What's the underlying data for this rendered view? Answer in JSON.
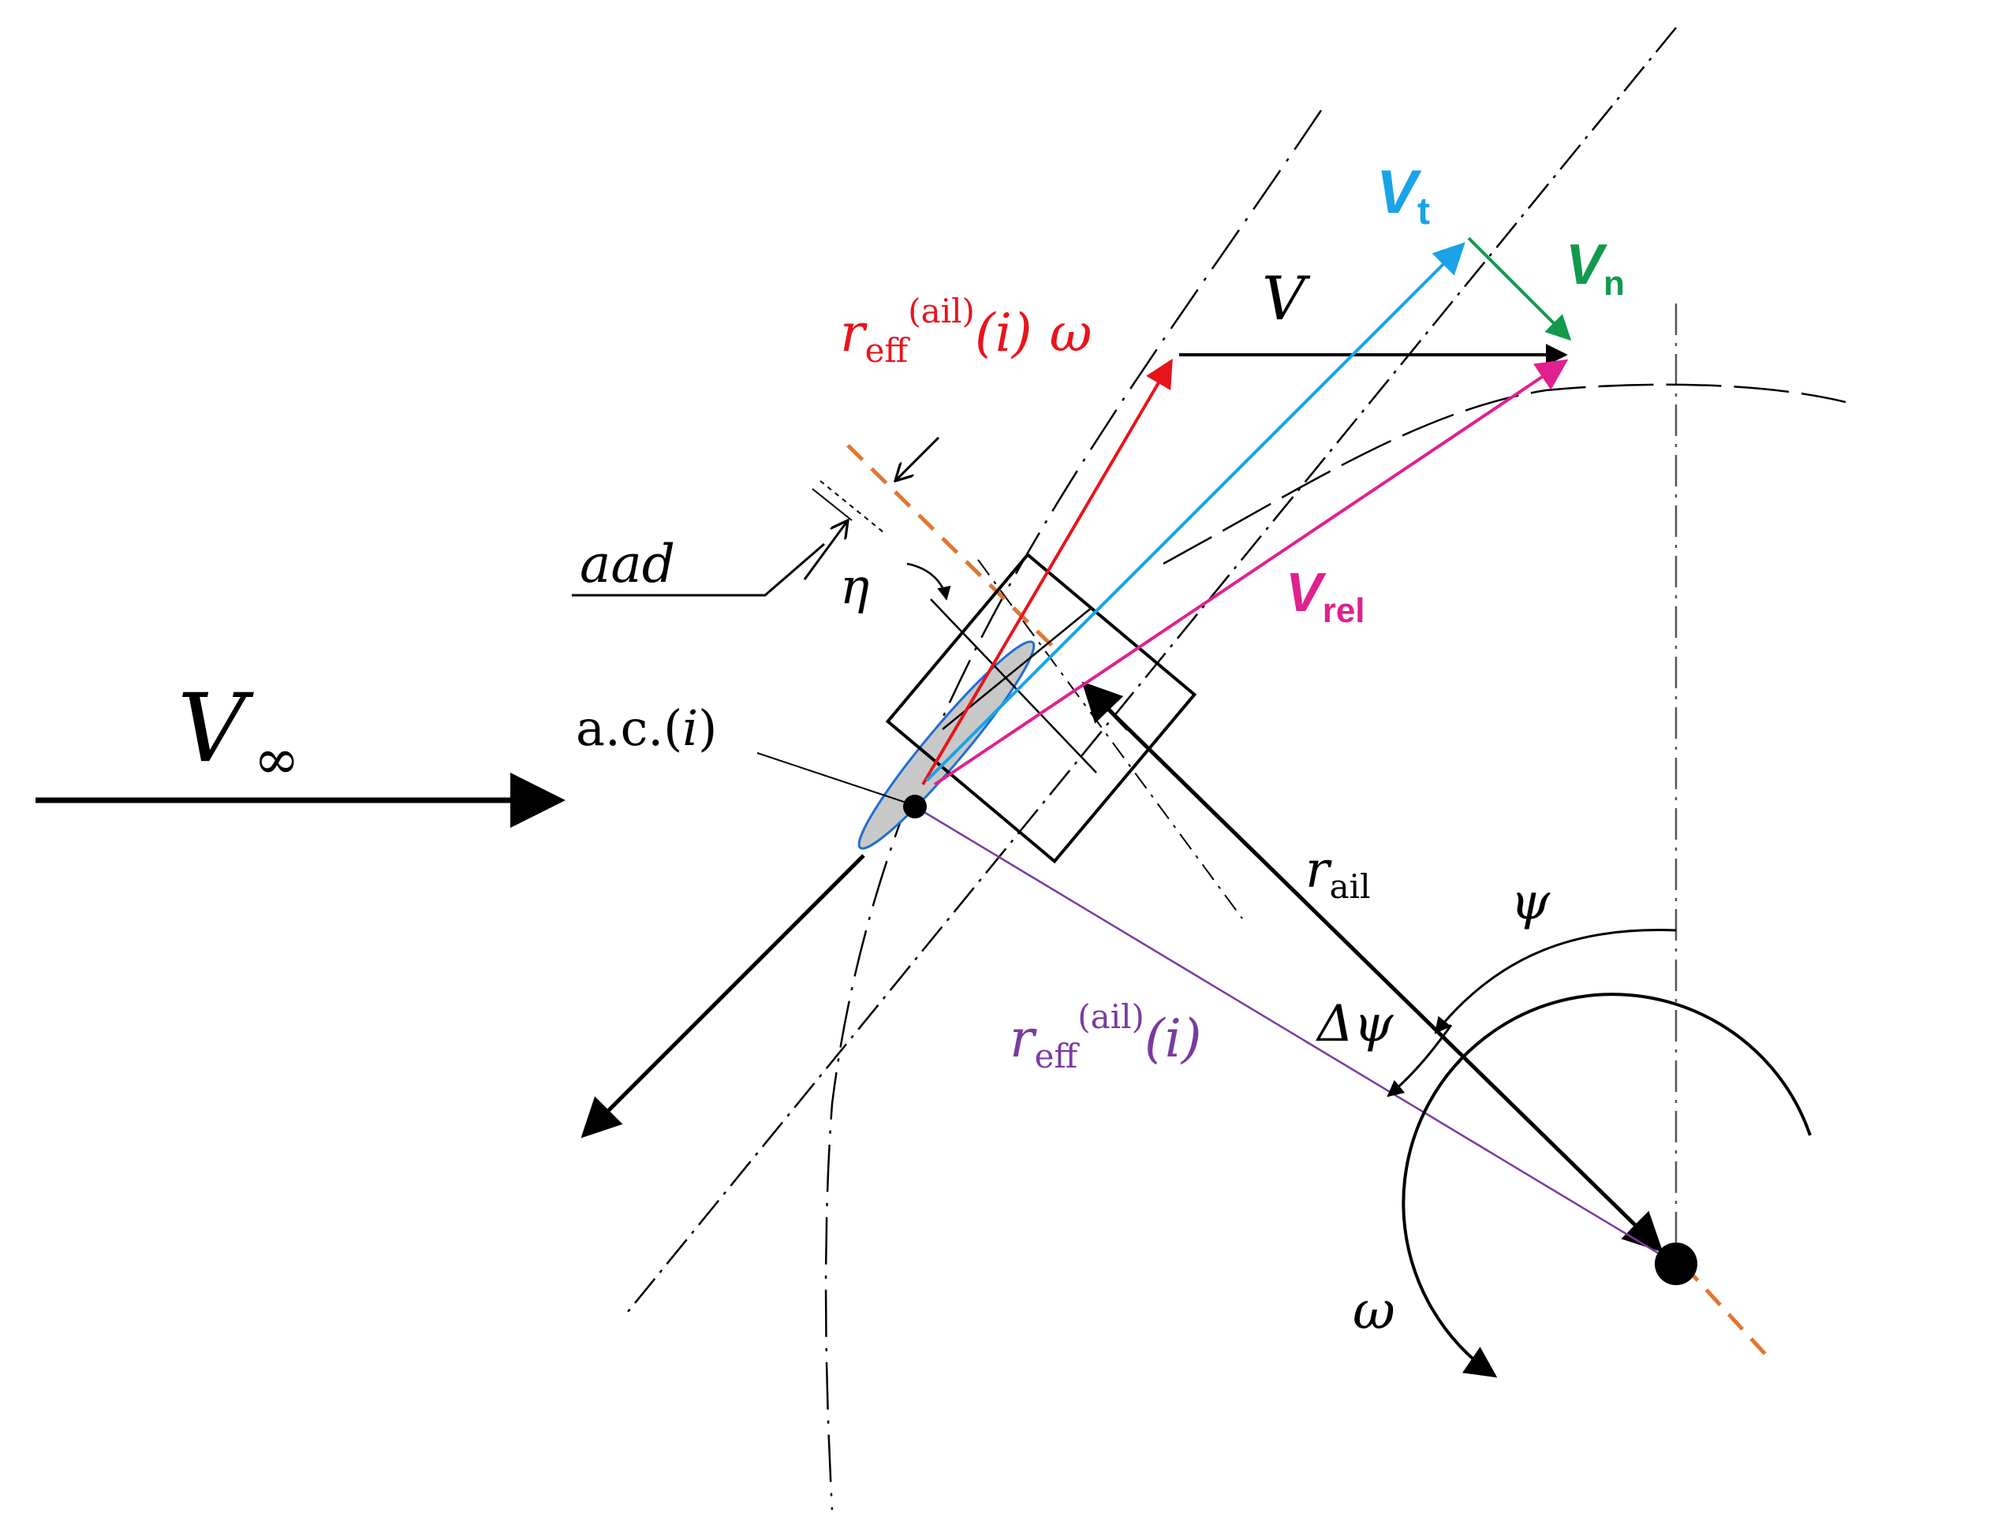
{
  "colors": {
    "black": "#000000",
    "red": "#e8141b",
    "cyan": "#1aa3e8",
    "green": "#129a4c",
    "magenta": "#e0208f",
    "purple": "#7a3ba0",
    "orange": "#e0762f",
    "blade_fill": "#c8c8c8",
    "blade_edge": "#1f6fd0",
    "gray_dash": "#555555"
  },
  "labels": {
    "v_inf": {
      "main": "V",
      "sub": "∞"
    },
    "v_t": {
      "main": "V",
      "sub": "t"
    },
    "v_n": {
      "main": "V",
      "sub": "n"
    },
    "v": {
      "main": "V"
    },
    "v_rel": {
      "main": "V",
      "sub": "rel"
    },
    "reff_omega": {
      "r": "r",
      "sub": "eff",
      "sup": "(ail)",
      "idx": "(i)",
      "omega": "ω"
    },
    "reff": {
      "r": "r",
      "sub": "eff",
      "sup": "(ail)",
      "idx": "(i)"
    },
    "r_ail": {
      "r": "r",
      "sub": "ail"
    },
    "aad": "aad",
    "eta": "η",
    "ac": {
      "text": "a.c.(",
      "idx": "i",
      "close": ")"
    },
    "psi": "ψ",
    "delta_psi": "Δψ",
    "omega": "ω"
  }
}
